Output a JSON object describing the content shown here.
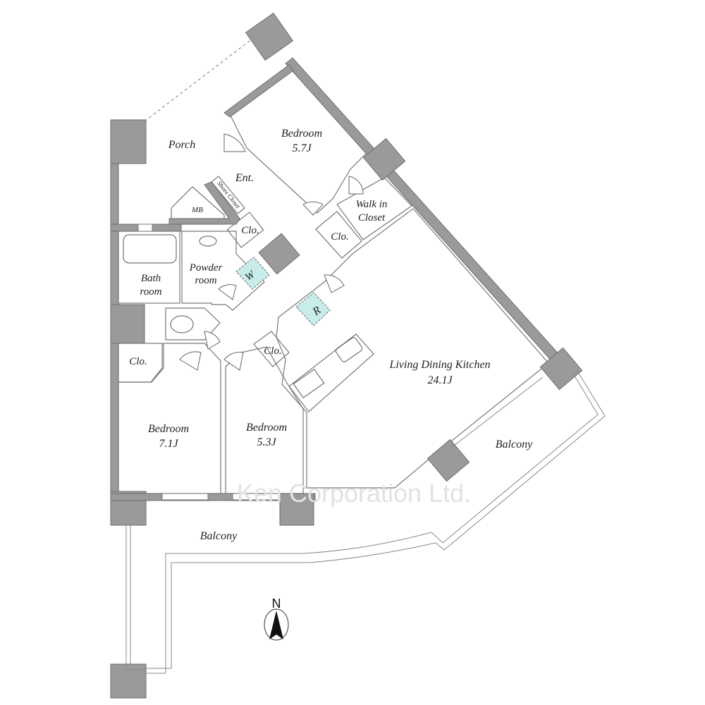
{
  "colors": {
    "bedroom": "#f2e0c2",
    "closet": "#f4f0a6",
    "ldk": "#f8d6d6",
    "wet": "#c8ecea",
    "wall": "#9a9a9a"
  },
  "rooms": {
    "bedroom_north": {
      "name": "Bedroom",
      "size": "5.7J"
    },
    "bedroom_west": {
      "name": "Bedroom",
      "size": "7.1J"
    },
    "bedroom_south": {
      "name": "Bedroom",
      "size": "5.3J"
    },
    "ldk": {
      "name": "Living Dining Kitchen",
      "size": "24.1J"
    },
    "porch": "Porch",
    "entrance": "Ent.",
    "shoes_closet": "Shoes Closet",
    "mb": "MB",
    "walk_in_closet_1": "Walk in",
    "walk_in_closet_2": "Closet",
    "closet": "Clo.",
    "bath_1": "Bath",
    "bath_2": "room",
    "powder_1": "Powder",
    "powder_2": "room",
    "washer": "W",
    "fridge": "R",
    "balcony": "Balcony"
  },
  "compass": "N",
  "watermark": "Ken Corporation Ltd."
}
